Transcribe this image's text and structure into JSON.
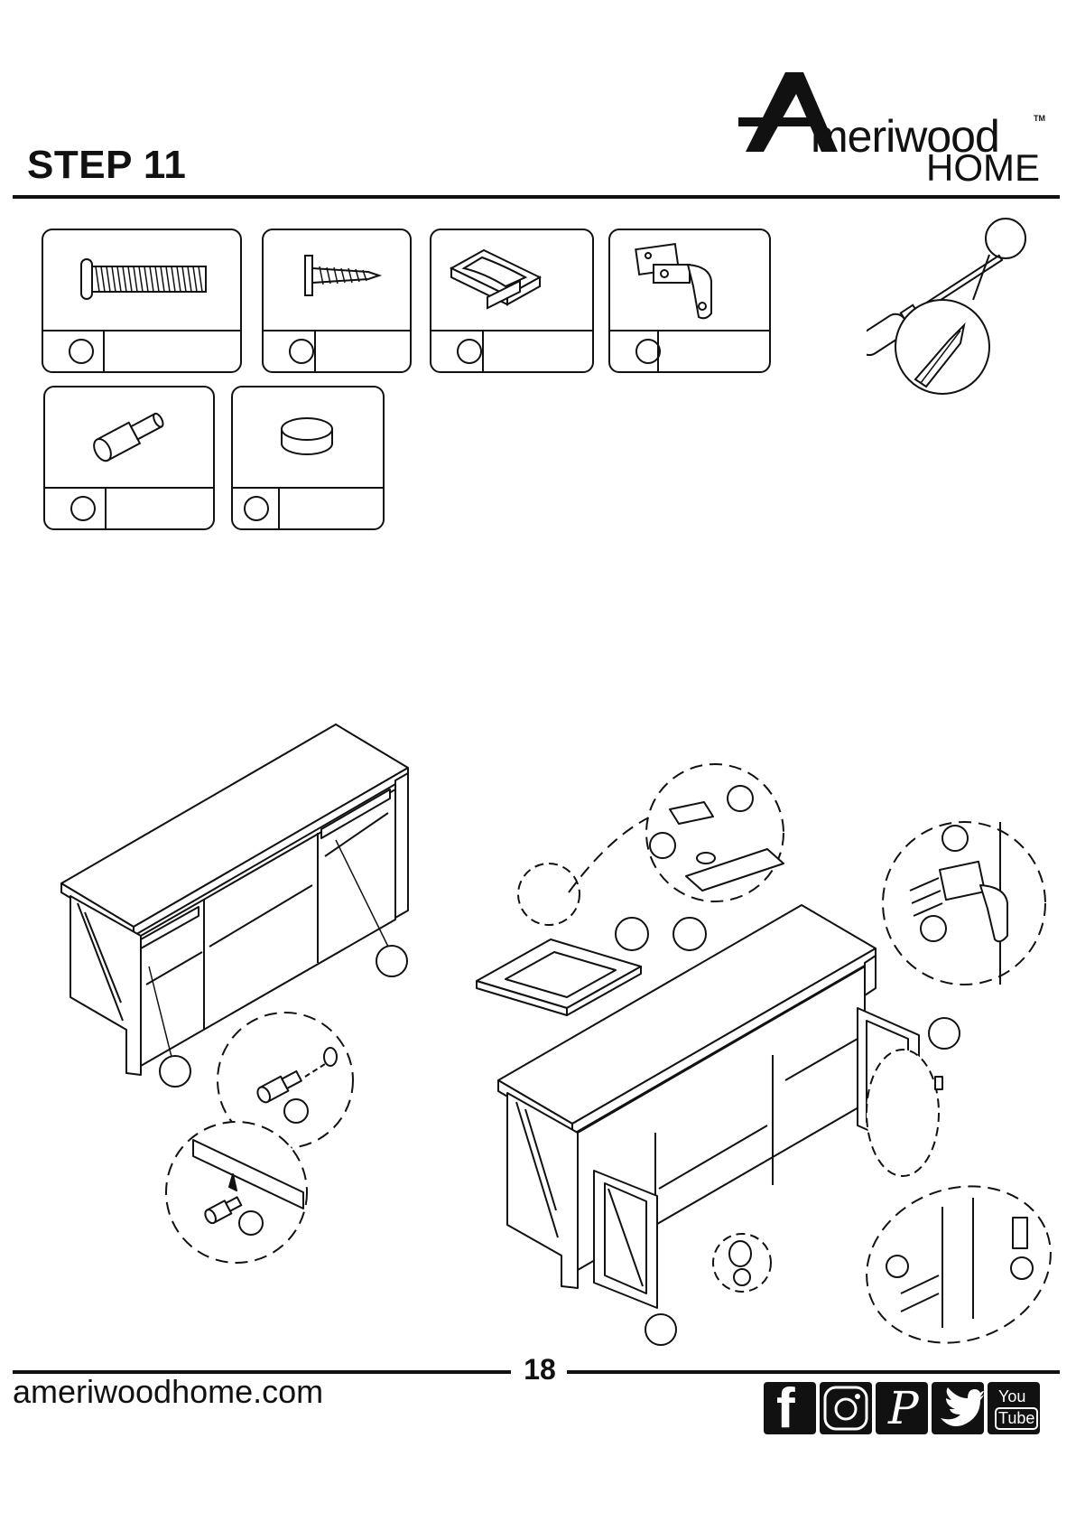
{
  "step": {
    "title": "STEP 11"
  },
  "brand": {
    "logo_main": "meriwood",
    "logo_initial": "A",
    "logo_sub": "HOME",
    "logo_tm": "TM"
  },
  "parts": [
    {
      "icon": "machine-screw-icon"
    },
    {
      "icon": "wood-screw-icon"
    },
    {
      "icon": "door-handle-icon"
    },
    {
      "icon": "hinge-icon"
    },
    {
      "icon": "shelf-pin-icon"
    },
    {
      "icon": "door-bumper-icon"
    }
  ],
  "tool": {
    "icon": "phillips-screwdriver-icon"
  },
  "footer": {
    "page_number": "18",
    "website": "ameriwoodhome.com",
    "social": [
      {
        "icon": "facebook-icon",
        "label": "f"
      },
      {
        "icon": "instagram-icon",
        "label": ""
      },
      {
        "icon": "pinterest-icon",
        "label": "P"
      },
      {
        "icon": "twitter-icon",
        "label": ""
      },
      {
        "icon": "youtube-icon",
        "label": "You",
        "label2": "Tube"
      }
    ]
  }
}
